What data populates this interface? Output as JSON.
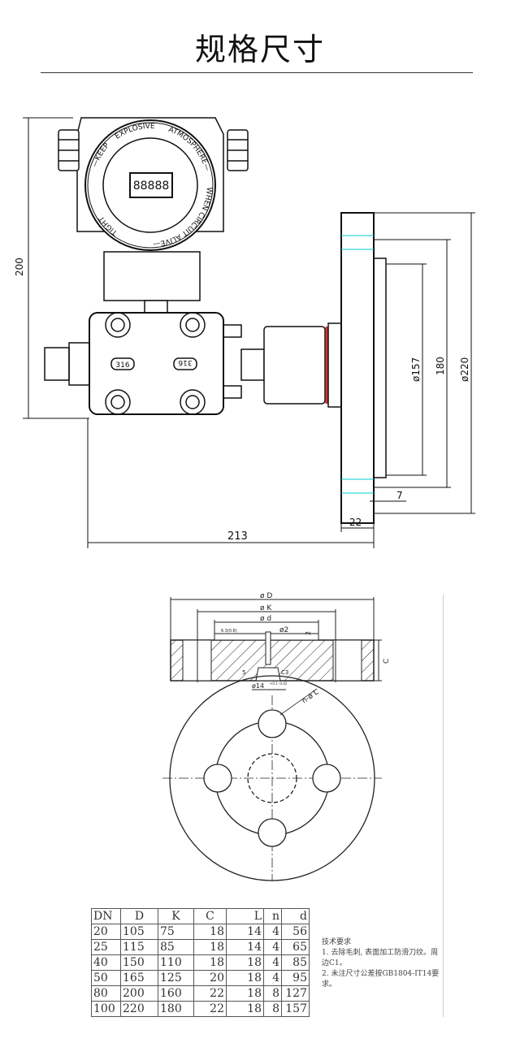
{
  "title": "规格尺寸",
  "transmitter_drawing": {
    "cover_text_top": "EXPLOSIVE",
    "cover_text_right": "ATMOSPHERE—",
    "cover_text_left": "—KEEP",
    "cover_text_left2": "TIGHT",
    "cover_text_bottom": "WHEN CIRCUIT ALIVE—",
    "display_digits": "88888",
    "material_label_left": "316",
    "material_label_right": "316",
    "dim_height": "200",
    "dim_length": "213",
    "dim_flange_thickness": "22",
    "dim_raised_face": "7",
    "dim_face_diameter": "ø157",
    "dim_bolt_circle": "180",
    "dim_outer_diameter": "ø220"
  },
  "flange_drawing": {
    "dim_D": "ø D",
    "dim_K": "ø K",
    "dim_d": "ø d",
    "dim_2": "ø2",
    "dim_step": "2",
    "dim_C": "C",
    "dim_C3": "C3",
    "dim_5": "5",
    "dim_14": "ø14",
    "dim_14_tol": "+0.1 -0.02",
    "roughness": "6.3(0.8)",
    "dim_holes": "n-ø L"
  },
  "table": {
    "headers": [
      "DN",
      "D",
      "K",
      "C",
      "L",
      "n",
      "d"
    ],
    "rows": [
      [
        "20",
        "105",
        "75",
        "18",
        "14",
        "4",
        "56"
      ],
      [
        "25",
        "115",
        "85",
        "18",
        "14",
        "4",
        "65"
      ],
      [
        "40",
        "150",
        "110",
        "18",
        "18",
        "4",
        "85"
      ],
      [
        "50",
        "165",
        "125",
        "20",
        "18",
        "4",
        "95"
      ],
      [
        "80",
        "200",
        "160",
        "22",
        "18",
        "8",
        "127"
      ],
      [
        "100",
        "220",
        "180",
        "22",
        "18",
        "8",
        "157"
      ]
    ]
  },
  "notes": {
    "heading": "技术要求",
    "item1": "1. 去除毛刺, 表面加工防滑刀纹。周边C1。",
    "item2": "2. 未注尺寸公差按GB1804-IT14要求。"
  }
}
